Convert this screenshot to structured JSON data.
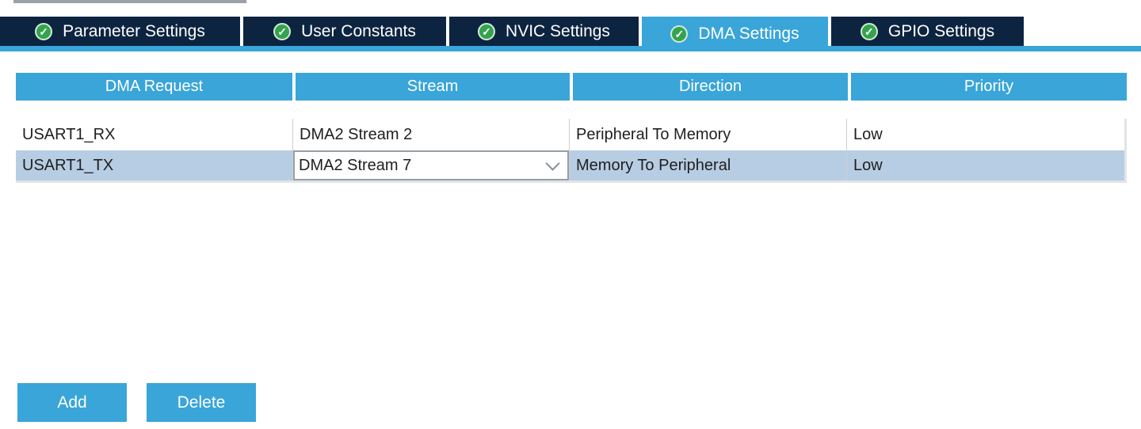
{
  "tabs": [
    {
      "label": "Parameter Settings",
      "active": false
    },
    {
      "label": "User Constants",
      "active": false
    },
    {
      "label": "NVIC Settings",
      "active": false
    },
    {
      "label": "DMA Settings",
      "active": true
    },
    {
      "label": "GPIO Settings",
      "active": false
    }
  ],
  "icons": {
    "check_glyph": "✓"
  },
  "table": {
    "headers": [
      "DMA Request",
      "Stream",
      "Direction",
      "Priority"
    ],
    "rows": [
      {
        "dma_request": "USART1_RX",
        "stream": "DMA2 Stream 2",
        "direction": "Peripheral To Memory",
        "priority": "Low",
        "selected": false
      },
      {
        "dma_request": "USART1_TX",
        "stream": "DMA2 Stream 7",
        "direction": "Memory To Peripheral",
        "priority": "Low",
        "selected": true
      }
    ]
  },
  "buttons": {
    "add": "Add",
    "delete": "Delete"
  },
  "colors": {
    "accent_blue": "#39a5d9",
    "tab_dark_navy": "#0d2441",
    "selected_row_blue": "#b7cde3",
    "check_green": "#35a34e"
  }
}
